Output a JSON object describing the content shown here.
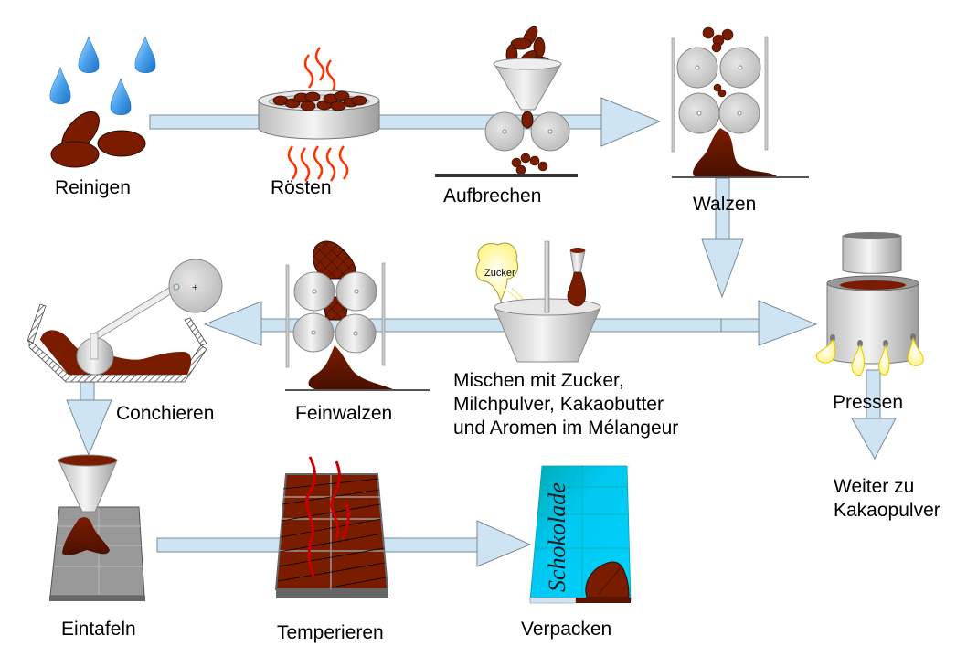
{
  "diagram": {
    "title": "Schokoladenherstellung",
    "colors": {
      "arrow_fill": "#cfe4f2",
      "arrow_stroke": "#7a8a96",
      "cocoa": "#7a1c00",
      "water": "#3f9ae6",
      "heat": "#ff3300",
      "roller": "#cfcfcf",
      "package": "#00c8f0",
      "butter": "#fff27a"
    },
    "steps": [
      {
        "id": "reinigen",
        "label": "Reinigen"
      },
      {
        "id": "roesten",
        "label": "Rösten"
      },
      {
        "id": "aufbrechen",
        "label": "Aufbrechen"
      },
      {
        "id": "walzen",
        "label": "Walzen"
      },
      {
        "id": "pressen",
        "label": "Pressen"
      },
      {
        "id": "kakaopulver",
        "label_line1": "Weiter zu",
        "label_line2": "Kakaopulver"
      },
      {
        "id": "mischen",
        "label_line1": "Mischen mit Zucker,",
        "label_line2": "Milchpulver, Kakaobutter",
        "label_line3": "und Aromen im Mélangeur"
      },
      {
        "id": "feinwalzen",
        "label": "Feinwalzen"
      },
      {
        "id": "conchieren",
        "label": "Conchieren"
      },
      {
        "id": "eintafeln",
        "label": "Eintafeln"
      },
      {
        "id": "temperieren",
        "label": "Temperieren"
      },
      {
        "id": "verpacken",
        "label": "Verpacken"
      }
    ],
    "annotations": {
      "sugar_bubble": "Zucker",
      "package_brand": "Schokolade"
    },
    "flow": [
      [
        "Reinigen",
        "Rösten"
      ],
      [
        "Rösten",
        "Aufbrechen"
      ],
      [
        "Aufbrechen",
        "Walzen"
      ],
      [
        "Walzen",
        "Mischen"
      ],
      [
        "Walzen",
        "Pressen"
      ],
      [
        "Pressen",
        "Kakaopulver"
      ],
      [
        "Mischen",
        "Feinwalzen"
      ],
      [
        "Feinwalzen",
        "Conchieren"
      ],
      [
        "Conchieren",
        "Eintafeln"
      ],
      [
        "Eintafeln",
        "Temperieren"
      ],
      [
        "Temperieren",
        "Verpacken"
      ]
    ]
  }
}
